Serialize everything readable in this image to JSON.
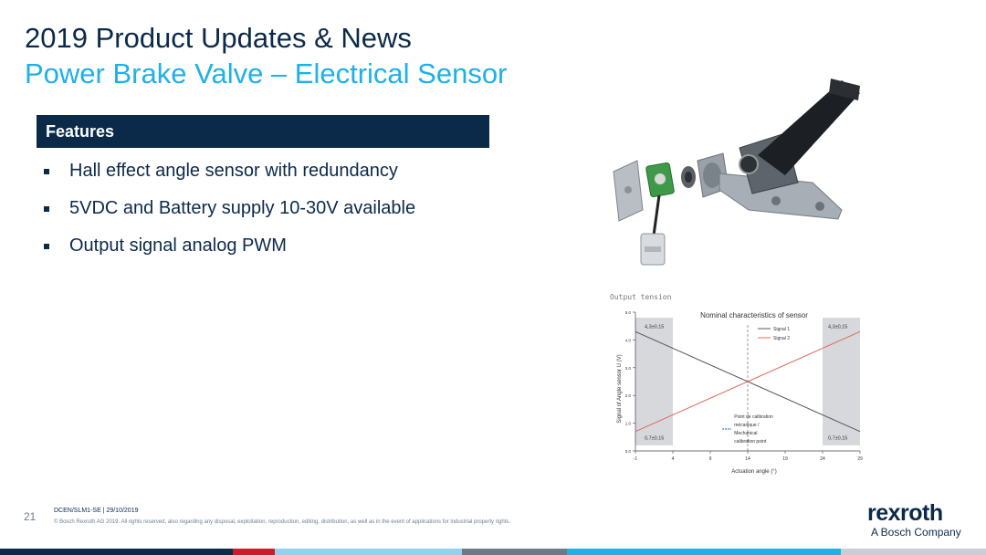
{
  "header": {
    "title": "2019 Product Updates & News",
    "subtitle": "Power Brake Valve – Electrical Sensor"
  },
  "features": {
    "heading": "Features",
    "items": [
      "Hall effect angle sensor with redundancy",
      "5VDC and Battery supply 10-30V available",
      "Output signal analog PWM"
    ]
  },
  "chart_data": {
    "type": "line",
    "caption": "Output tension",
    "title": "Nominal characteristics of sensor",
    "xlabel": "Actuation angle (°)",
    "ylabel": "Signal of Angle sensor U (V)",
    "x_ticks": [
      "-1",
      "4",
      "9",
      "14",
      "19",
      "24",
      "29"
    ],
    "y_ticks": [
      "0.0",
      "1.0",
      "2.0",
      "3.0",
      "4.0",
      "5.0"
    ],
    "xlim": [
      -1,
      29
    ],
    "ylim": [
      0,
      5
    ],
    "series": [
      {
        "name": "Signal 1",
        "color": "#555566",
        "x": [
          -1,
          29
        ],
        "y": [
          4.3,
          0.7
        ]
      },
      {
        "name": "Signal 2",
        "color": "#e06a5a",
        "x": [
          -1,
          29
        ],
        "y": [
          0.7,
          4.3
        ]
      }
    ],
    "annotations": {
      "top_left": "4,3±0,15",
      "top_right": "4,3±0,15",
      "bottom_left": "0,7±0,15",
      "bottom_right": "0,7±0,15",
      "calibration": [
        "Point de calibration",
        "mécanique /",
        "Mechanical",
        "calibration point"
      ]
    }
  },
  "footer": {
    "page_number": "21",
    "doc_code": "DCEN/SLM1-SE | 29/10/2019",
    "copyright": "© Bosch Rexroth AG 2019. All rights reserved, also regarding any disposal, exploitation, reproduction, editing, distribution, as well as in the event of applications for industrial property rights."
  },
  "logo": {
    "brand": "rexroth",
    "tagline": "A Bosch Company"
  },
  "colors": {
    "navy": "#0b2a4a",
    "accent": "#1fb0e8",
    "strip": [
      "#0b2a4a",
      "#d01a2a",
      "#8fd3f0",
      "#6b7a88",
      "#1fb0e8",
      "#c8ced4"
    ]
  }
}
